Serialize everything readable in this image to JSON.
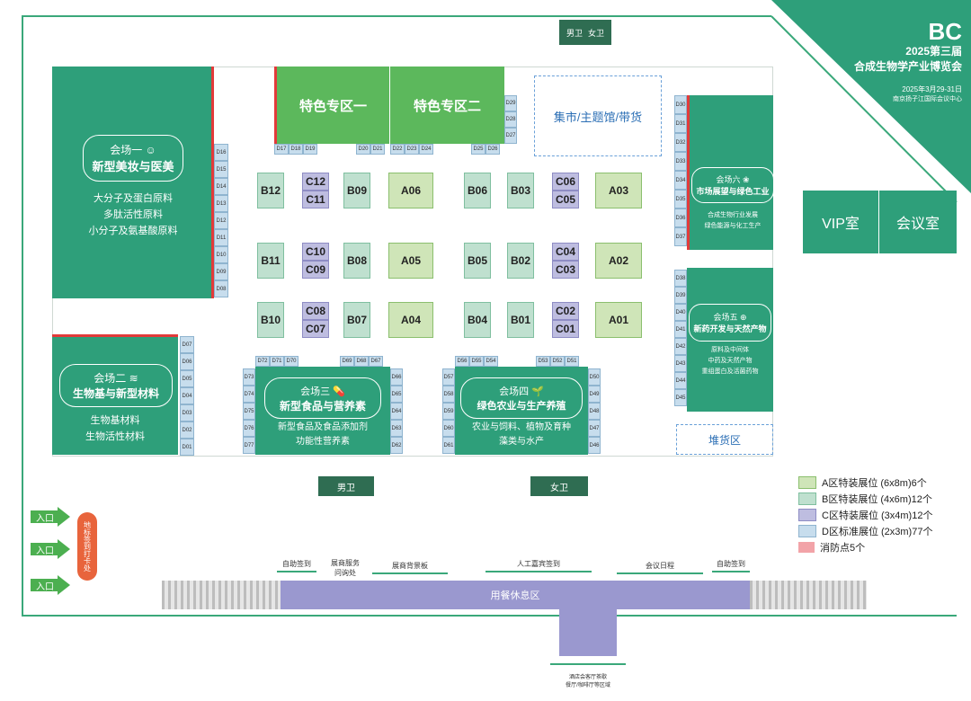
{
  "logo": {
    "mark": "BC",
    "title_line1": "2025第三届",
    "title_line2": "合成生物学产业博览会",
    "date": "2025年3月29-31日",
    "venue": "南京扬子江国际会议中心"
  },
  "restrooms_top": {
    "men": "男卫",
    "women": "女卫"
  },
  "feature_zones": {
    "one": "特色专区一",
    "two": "特色专区二"
  },
  "market_zone": "集市/主题馆/带货",
  "hall1": {
    "title": "会场一",
    "name": "新型美妆与医美",
    "items": [
      "大分子及蛋白原料",
      "多肽活性原料",
      "小分子及氨基酸原料"
    ]
  },
  "hall2": {
    "title": "会场二",
    "name": "生物基与新型材料",
    "items": [
      "生物基材料",
      "生物活性材料"
    ]
  },
  "hall3": {
    "title": "会场三",
    "name": "新型食品与营养素",
    "items": [
      "新型食品及食品添加剂",
      "功能性营养素"
    ]
  },
  "hall4": {
    "title": "会场四",
    "name": "绿色农业与生产养殖",
    "items": [
      "农业与饲料、植物及育种",
      "藻类与水产"
    ]
  },
  "hall5": {
    "title": "会场五",
    "name": "新药开发与天然产物",
    "items": [
      "原料及中间体",
      "中药及天然产物",
      "重组蛋白及活菌药物"
    ]
  },
  "hall6": {
    "title": "会场六",
    "name": "市场展望与绿色工业",
    "items": [
      "合成生物行业发展",
      "绿色能源与化工生产"
    ]
  },
  "storage": "堆货区",
  "vip": "VIP室",
  "meeting_room": "会议室",
  "booths_a": [
    "A06",
    "A05",
    "A04",
    "A03",
    "A02",
    "A01"
  ],
  "booths_b": [
    "B12",
    "B09",
    "B11",
    "B08",
    "B10",
    "B07",
    "B06",
    "B03",
    "B05",
    "B02",
    "B04",
    "B01"
  ],
  "booths_c": [
    "C12",
    "C11",
    "C10",
    "C09",
    "C08",
    "C07",
    "C06",
    "C05",
    "C04",
    "C03",
    "C02",
    "C01"
  ],
  "d_labels": {
    "top_row": [
      "D17",
      "D18",
      "D19",
      "D20",
      "D21",
      "D22",
      "D23",
      "D24",
      "D25",
      "D26"
    ],
    "col_d27_29": [
      "D29",
      "D28",
      "D27"
    ],
    "hall1_side": [
      "D16",
      "D15",
      "D14",
      "D13",
      "D12",
      "D11",
      "D10",
      "D09",
      "D08"
    ],
    "hall2_side": [
      "D07",
      "D06",
      "D05",
      "D04",
      "D03",
      "D02",
      "D01"
    ],
    "right_top": [
      "D30",
      "D31",
      "D32",
      "D33",
      "D34",
      "D35",
      "D36",
      "D37"
    ],
    "right_mid": [
      "D38",
      "D39",
      "D40",
      "D41",
      "D42",
      "D43",
      "D44",
      "D45"
    ],
    "h3_top": [
      "D72",
      "D71",
      "D70",
      "D69",
      "D68",
      "D67"
    ],
    "h3_left": [
      "D73",
      "D74",
      "D75",
      "D76",
      "D77"
    ],
    "h3_right": [
      "D66",
      "D65",
      "D64",
      "D63",
      "D62"
    ],
    "h4_top": [
      "D56",
      "D55",
      "D54",
      "D53",
      "D52",
      "D51"
    ],
    "h4_left": [
      "D57",
      "D58",
      "D59",
      "D60",
      "D61"
    ],
    "h4_right": [
      "D50",
      "D49",
      "D48",
      "D47",
      "D46"
    ]
  },
  "restrooms_bottom": {
    "men": "男卫",
    "women": "女卫"
  },
  "entrances": [
    "入口",
    "入口",
    "入口"
  ],
  "photo_spot": "地标签到打卡处",
  "service_points": [
    "自助签到",
    "展商服务\n问询处",
    "展商背景板",
    "人工嘉宾签到",
    "会议日程",
    "自助签到"
  ],
  "dining": "用餐休息区",
  "dining_note": "酒店会客厅茶歇\n餐厅/咖啡厅等区域",
  "legend": [
    {
      "label": "A区特装展位 (6x8m)6个",
      "color": "#cfe5b8"
    },
    {
      "label": "B区特装展位 (4x6m)12个",
      "color": "#bfe0cf"
    },
    {
      "label": "C区特装展位 (3x4m)12个",
      "color": "#bebde0"
    },
    {
      "label": "D区标准展位 (2x3m)77个",
      "color": "#c7dded"
    },
    {
      "label": "消防点5个",
      "color": "#f2a3a8"
    }
  ],
  "colors": {
    "hall_green": "#2e9f7a",
    "feature_green": "#5cb85c",
    "border_green": "#3aa87a",
    "fire_red": "#e23a3a"
  },
  "icons": [
    "hall1-face-icon",
    "hall2-wave-icon",
    "hall3-capsule-icon",
    "hall4-sprout-icon",
    "hall5-medicine-icon",
    "hall6-leaf-icon",
    "entrance-arrow-icon"
  ]
}
